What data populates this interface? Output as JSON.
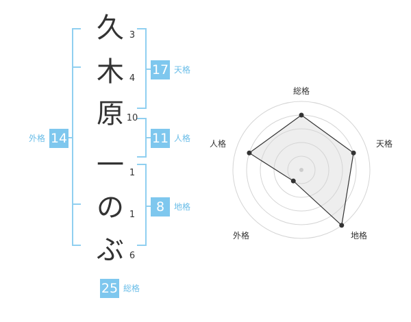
{
  "name": {
    "chars": [
      "久",
      "木",
      "原",
      "一",
      "の",
      "ぶ"
    ],
    "strokes": [
      "3",
      "4",
      "10",
      "1",
      "1",
      "6"
    ]
  },
  "fortunes": {
    "tenkaku": {
      "value": "17",
      "label": "天格"
    },
    "jinkaku": {
      "value": "11",
      "label": "人格"
    },
    "chikaku": {
      "value": "8",
      "label": "地格"
    },
    "gaikaku": {
      "value": "14",
      "label": "外格"
    },
    "soukaku": {
      "value": "25",
      "label": "総格"
    }
  },
  "colors": {
    "accent": "#7ec7ee",
    "accent_text": "#69bde8",
    "bracket": "#8fcff0"
  },
  "chart_data": {
    "type": "radar",
    "axes": [
      "総格",
      "天格",
      "地格",
      "外格",
      "人格"
    ],
    "max_level": 5,
    "values": [
      4,
      4,
      5,
      1,
      4
    ],
    "grid": true
  }
}
